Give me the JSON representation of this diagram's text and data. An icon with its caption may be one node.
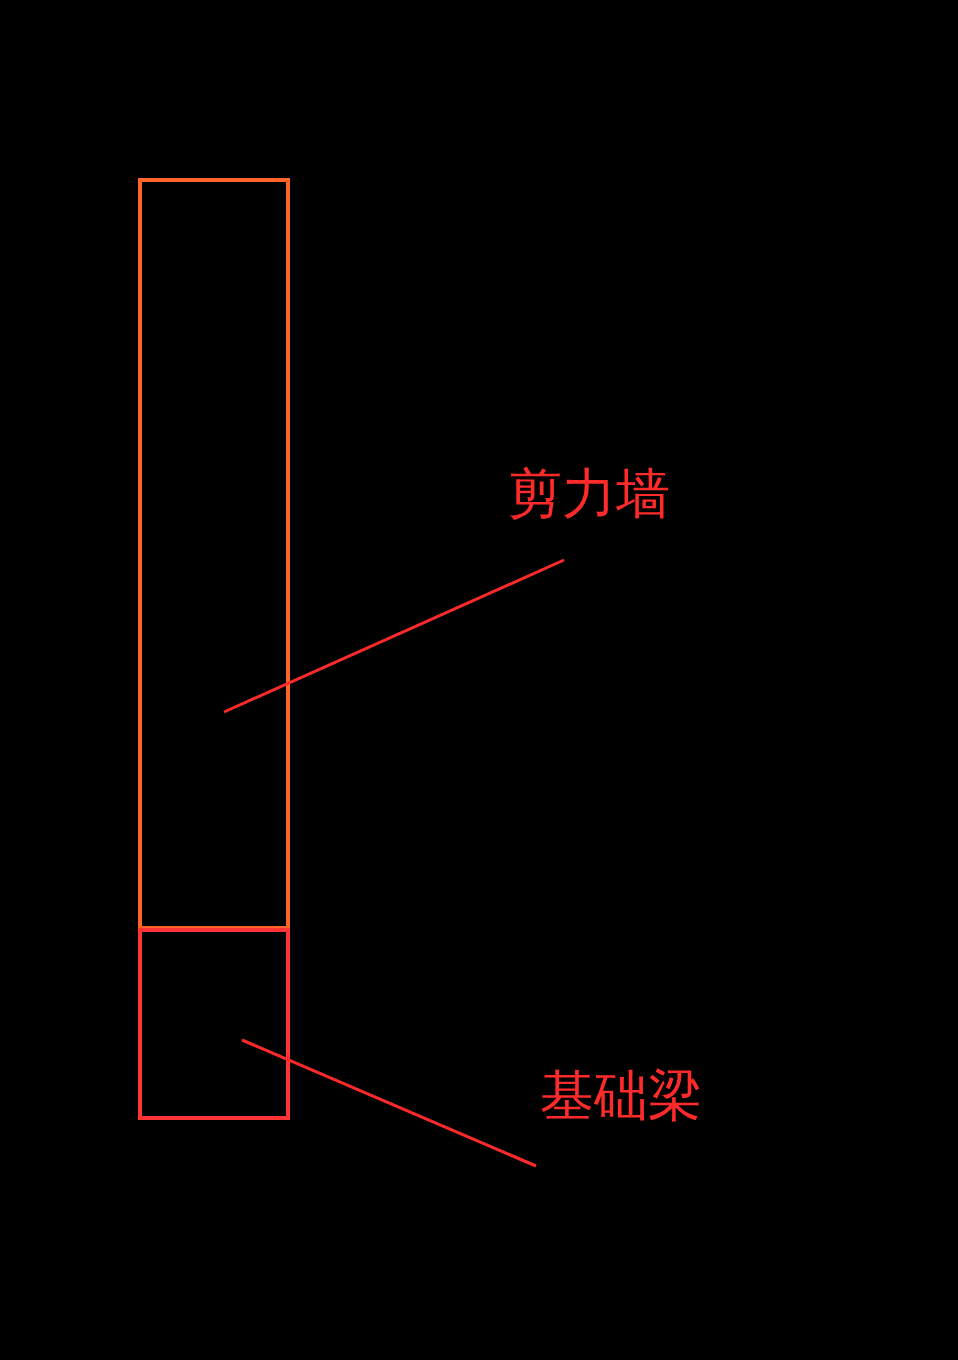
{
  "diagram": {
    "nodes": [
      {
        "text": [],
        "shape": "box"
      },
      {
        "text": [
          "剪力墙"
        ]
      },
      {
        "text": [],
        "shape": "box"
      },
      {
        "text": [
          "基础梁"
        ]
      }
    ],
    "edges": [
      {
        "from": 1,
        "to": 0,
        "arrow": "none"
      },
      {
        "from": 3,
        "to": 2,
        "arrow": "none"
      }
    ]
  }
}
